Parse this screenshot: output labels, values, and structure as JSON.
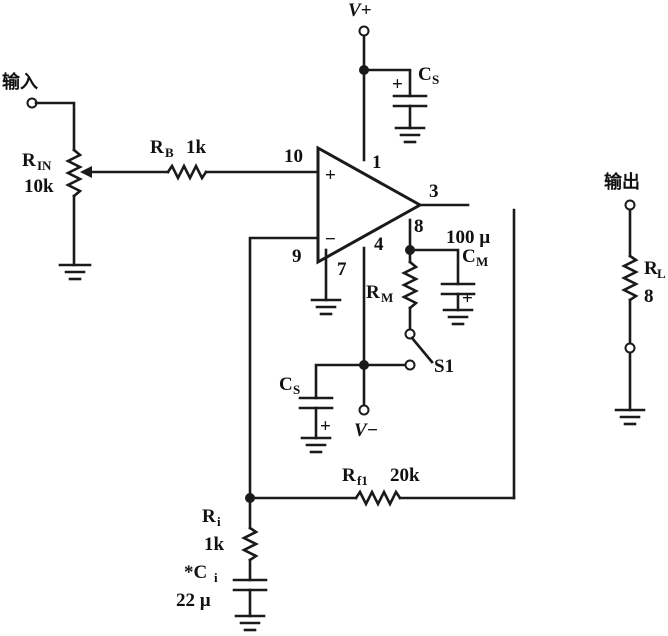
{
  "labels": {
    "input": "输入",
    "output": "输出",
    "vplus": "V+",
    "vminus": "V−",
    "rin_main": "R",
    "rin_sub": "IN",
    "rin_value": "10k",
    "rb_main": "R",
    "rb_sub": "B",
    "rb_value": "1k",
    "cs_top_main": "C",
    "cs_top_sub": "S",
    "cs_bottom_main": "C",
    "cs_bottom_sub": "S",
    "cm_value": "100 µ",
    "cm_main": "C",
    "cm_sub": "M",
    "rm_main": "R",
    "rm_sub": "M",
    "s1": "S1",
    "rl_main": "R",
    "rl_sub": "L",
    "rl_value": "8",
    "rf1_main": "R",
    "rf1_sub": "f1",
    "rf1_value": "20k",
    "ri_main": "R",
    "ri_sub": "i",
    "ri_value": "1k",
    "ci_main": "*C",
    "ci_sub": "i",
    "ci_value": "22 µ",
    "pin_1": "1",
    "pin_3": "3",
    "pin_4": "4",
    "pin_7": "7",
    "pin_8": "8",
    "pin_9": "9",
    "pin_10": "10",
    "plus_sign": "+",
    "minus_sign": "−",
    "cap_plus": "+"
  }
}
